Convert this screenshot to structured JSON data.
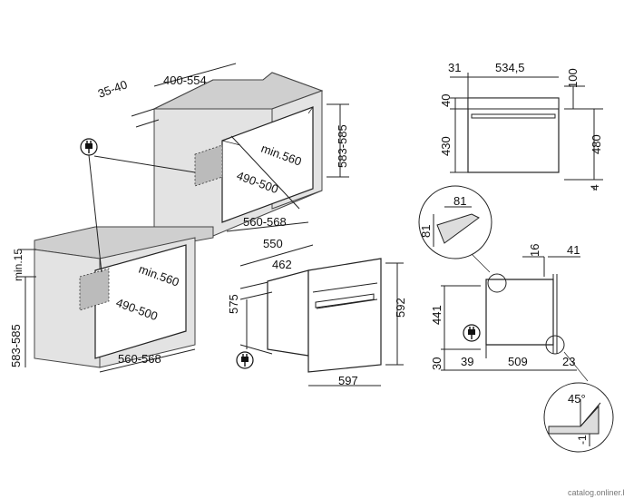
{
  "title": "",
  "column_installation": {
    "depth_range": "400-554",
    "rear_gap": "35-40",
    "niche_height": "583-585",
    "niche_depth": "min.560",
    "niche_inner_width": "490-500",
    "niche_width": "560-568"
  },
  "undercounter_installation": {
    "top_clearance": "min.15",
    "niche_height": "583-585",
    "niche_depth": "min.560",
    "niche_inner_width": "490-500",
    "niche_width": "560-568"
  },
  "oven_dimensions": {
    "total_depth": "550",
    "body_depth": "462",
    "body_height": "575",
    "front_height": "592",
    "front_width": "597"
  },
  "top_view": {
    "front_offset": "31",
    "body_width": "534,5",
    "top_offset": "40",
    "right_top": "100",
    "left_height": "430",
    "right_height": "480",
    "bottom_gap": "4"
  },
  "detail_corner": {
    "width": "81",
    "height": "81"
  },
  "side_view": {
    "top_a": "16",
    "top_b": "41",
    "height": "441",
    "bottom": "30",
    "left_depth": "39",
    "depth": "509",
    "front": "23"
  },
  "detail_hinge": {
    "angle": "45°",
    "offset": "-1"
  },
  "icons": [
    "power-plug-icon"
  ],
  "watermark": "catalog.onliner.by"
}
